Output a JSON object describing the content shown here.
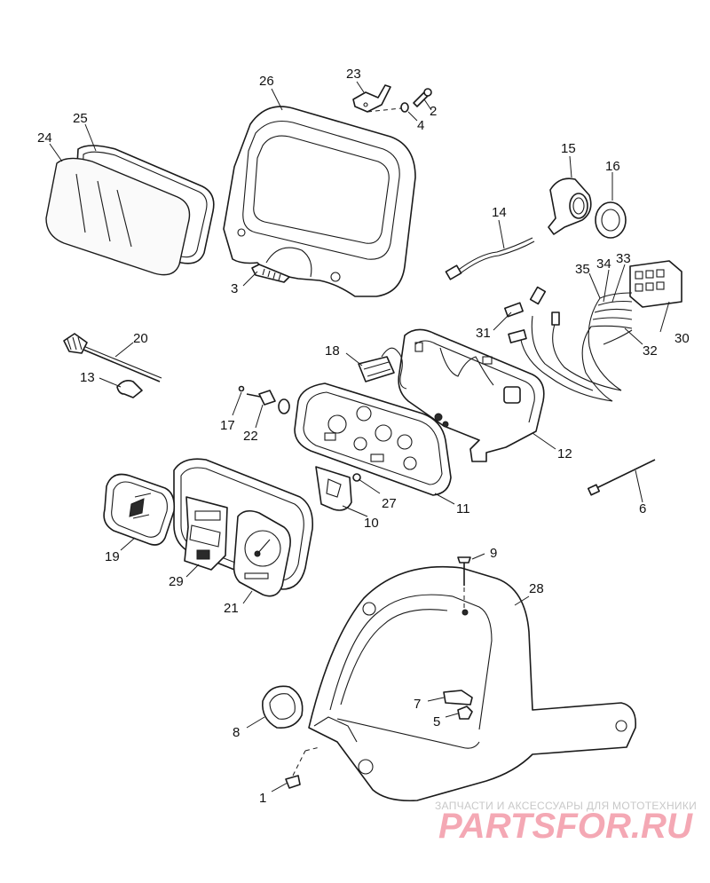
{
  "diagram": {
    "callouts": [
      {
        "id": "c23",
        "text": "23"
      },
      {
        "id": "c26",
        "text": "26"
      },
      {
        "id": "c2",
        "text": "2"
      },
      {
        "id": "c4",
        "text": "4"
      },
      {
        "id": "c25",
        "text": "25"
      },
      {
        "id": "c24",
        "text": "24"
      },
      {
        "id": "c15",
        "text": "15"
      },
      {
        "id": "c16",
        "text": "16"
      },
      {
        "id": "c14",
        "text": "14"
      },
      {
        "id": "c3",
        "text": "3"
      },
      {
        "id": "c35",
        "text": "35"
      },
      {
        "id": "c34",
        "text": "34"
      },
      {
        "id": "c33",
        "text": "33"
      },
      {
        "id": "c31",
        "text": "31"
      },
      {
        "id": "c30",
        "text": "30"
      },
      {
        "id": "c20",
        "text": "20"
      },
      {
        "id": "c18",
        "text": "18"
      },
      {
        "id": "c32",
        "text": "32"
      },
      {
        "id": "c13",
        "text": "13"
      },
      {
        "id": "c17",
        "text": "17"
      },
      {
        "id": "c22",
        "text": "22"
      },
      {
        "id": "c12",
        "text": "12"
      },
      {
        "id": "c27",
        "text": "27"
      },
      {
        "id": "c11",
        "text": "11"
      },
      {
        "id": "c6",
        "text": "6"
      },
      {
        "id": "c10",
        "text": "10"
      },
      {
        "id": "c19",
        "text": "19"
      },
      {
        "id": "c29",
        "text": "29"
      },
      {
        "id": "c21",
        "text": "21"
      },
      {
        "id": "c9",
        "text": "9"
      },
      {
        "id": "c28",
        "text": "28"
      },
      {
        "id": "c7",
        "text": "7"
      },
      {
        "id": "c5",
        "text": "5"
      },
      {
        "id": "c8",
        "text": "8"
      },
      {
        "id": "c1",
        "text": "1"
      }
    ]
  },
  "watermark": {
    "tagline": "ЗАПЧАСТИ И АКСЕССУАРЫ ДЛЯ МОТОТЕХНИКИ",
    "logo": "PARTSFOR.RU"
  }
}
